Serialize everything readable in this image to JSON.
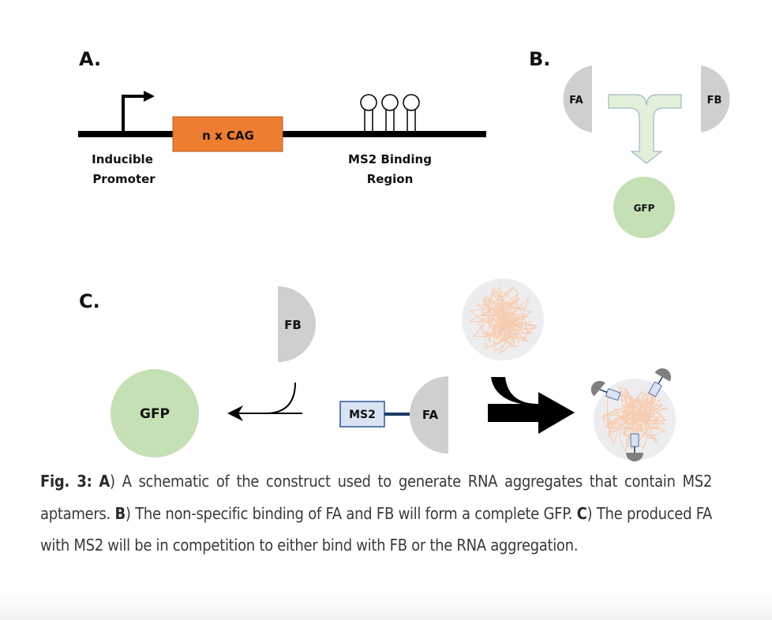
{
  "figure": {
    "panel_a": {
      "label": "A.",
      "box_label": "n x CAG",
      "promoter_label_1": "Inducible",
      "promoter_label_2": "Promoter",
      "ms2_label_1": "MS2 Binding",
      "ms2_label_2": "Region",
      "hairpin_count": 3
    },
    "panel_b": {
      "label": "B.",
      "fa": "FA",
      "fb": "FB",
      "gfp": "GFP"
    },
    "panel_c": {
      "label": "C.",
      "fb": "FB",
      "gfp": "GFP",
      "ms2": "MS2",
      "fa": "FA"
    },
    "colors": {
      "orange_box": "#ED7D31",
      "fragment_gray": "#D0CECE",
      "gfp_green": "#C5E0B4",
      "arrow_fill": "#E2F0D9",
      "ms2_box": "#DAE3F3",
      "ms2_border": "#2F5597",
      "rna_tangle": "#F8CBAD"
    }
  },
  "caption": {
    "fig": "Fig. 3:",
    "a": "A",
    "a_text": ") A schematic of the construct used to generate RNA aggregates that contain MS2 aptamers. ",
    "b": "B",
    "b_text": ") The non-specific binding of FA and FB will form a complete GFP. ",
    "c": "C",
    "c_text": ") The produced FA with MS2 will be in competition to either bind with FB or the RNA aggregation."
  }
}
